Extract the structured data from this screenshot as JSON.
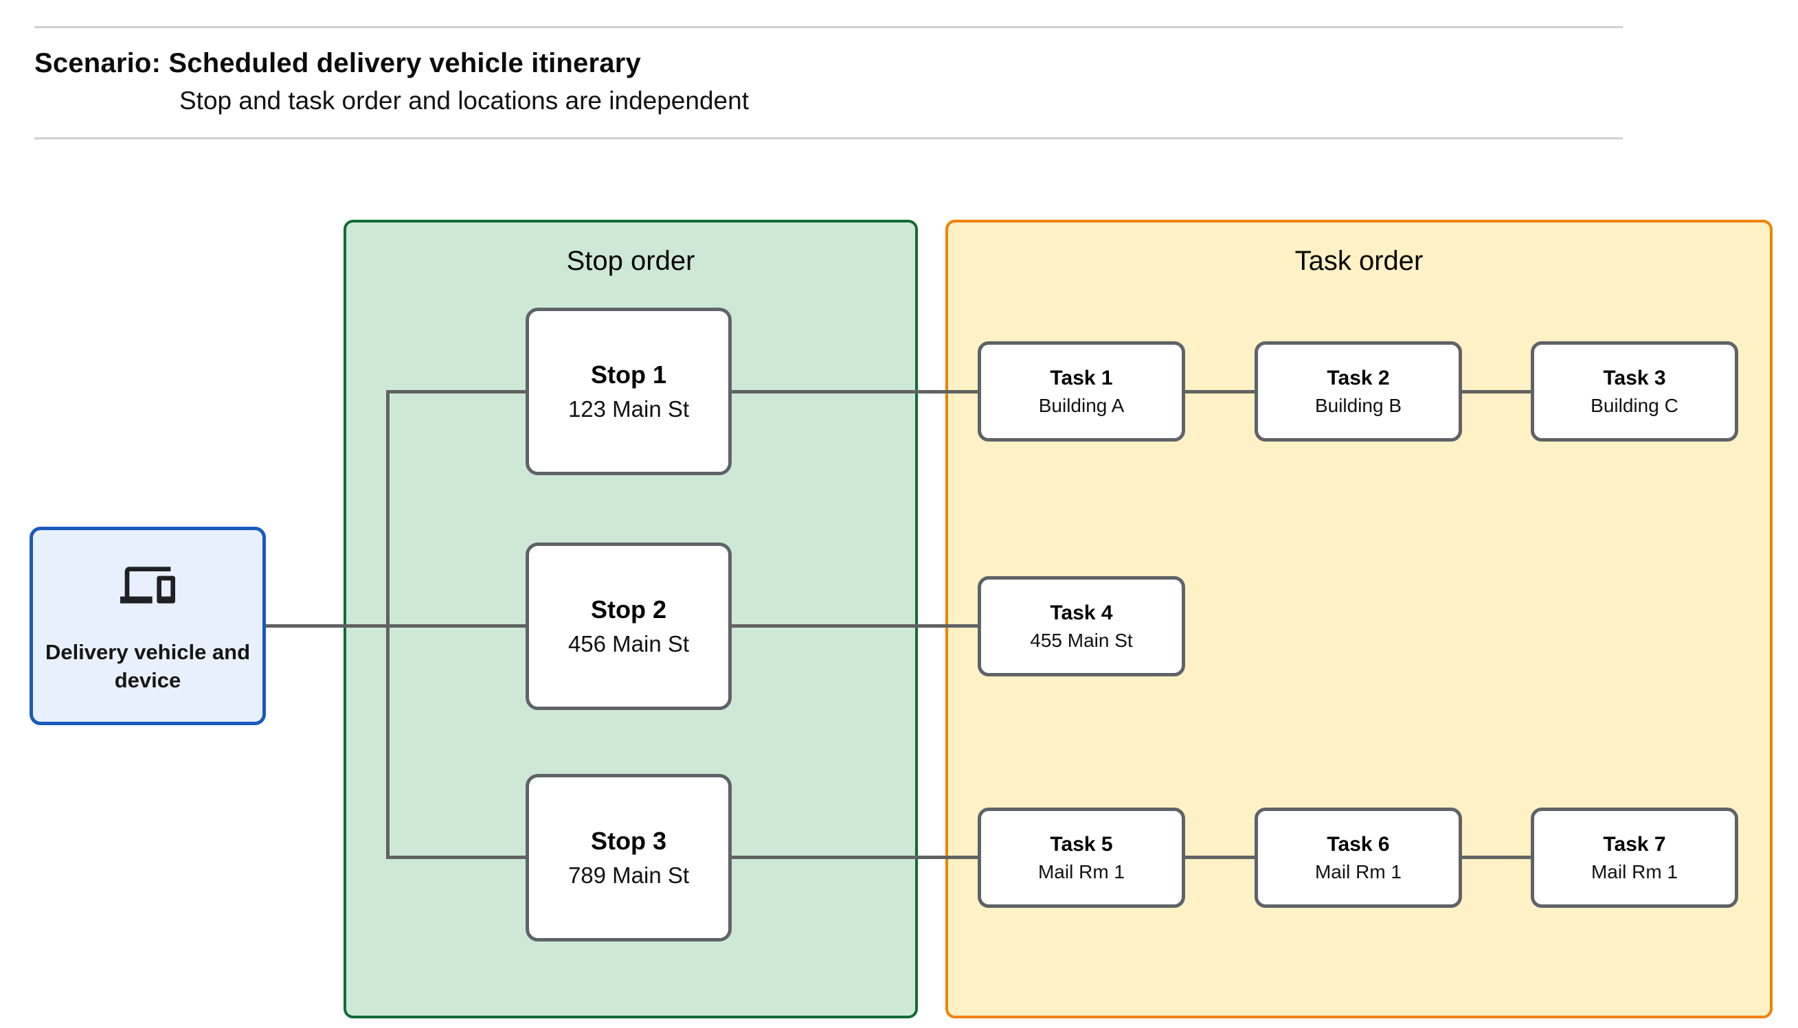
{
  "header": {
    "title": "Scenario: Scheduled delivery vehicle itinerary",
    "subtitle": "Stop and task order and locations are independent"
  },
  "source_node": {
    "label": "Delivery vehicle and device",
    "icon": "devices-icon"
  },
  "containers": {
    "stop_order": {
      "title": "Stop order"
    },
    "task_order": {
      "title": "Task order"
    }
  },
  "stops": [
    {
      "title": "Stop 1",
      "location": "123 Main St"
    },
    {
      "title": "Stop 2",
      "location": "456 Main St"
    },
    {
      "title": "Stop 3",
      "location": "789 Main St"
    }
  ],
  "task_rows": [
    [
      {
        "title": "Task 1",
        "location": "Building A"
      },
      {
        "title": "Task 2",
        "location": "Building B"
      },
      {
        "title": "Task 3",
        "location": "Building C"
      }
    ],
    [
      {
        "title": "Task 4",
        "location": "455 Main St"
      }
    ],
    [
      {
        "title": "Task 5",
        "location": "Mail Rm 1"
      },
      {
        "title": "Task 6",
        "location": "Mail Rm 1"
      },
      {
        "title": "Task 7",
        "location": "Mail Rm 1"
      }
    ]
  ],
  "colors": {
    "stop_fill": "#cee8d6",
    "stop_border": "#116b33",
    "task_fill": "#fdf1c5",
    "task_border": "#ef8200",
    "source_fill": "#e8f0fe",
    "source_border": "#1a5abc",
    "node_border": "#5f6368",
    "connector": "#626262",
    "rule": "#cfcfcf"
  }
}
